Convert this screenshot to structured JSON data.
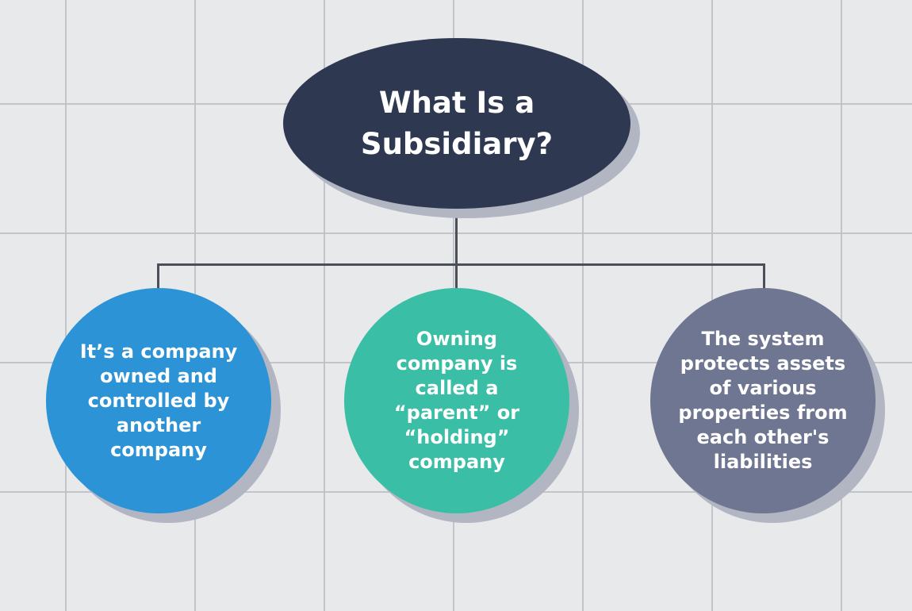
{
  "colors": {
    "background": "#e8e9eb",
    "grid": "#bec0c6",
    "connector": "#4b4f57",
    "shadow": "#b2b6c2",
    "root": "#2e3850",
    "child_blue": "#2b93d6",
    "child_teal": "#3abfa6",
    "child_slate": "#6f7691",
    "text": "#ffffff"
  },
  "root": {
    "title": "What Is a\nSubsidiary?"
  },
  "children": [
    {
      "text": "It’s a company\nowned and\ncontrolled by\nanother\ncompany"
    },
    {
      "text": "Owning\ncompany is\ncalled a\n“parent” or\n“holding”\ncompany"
    },
    {
      "text": "The system\nprotects assets\nof various\nproperties from\neach other's\nliabilities"
    }
  ]
}
